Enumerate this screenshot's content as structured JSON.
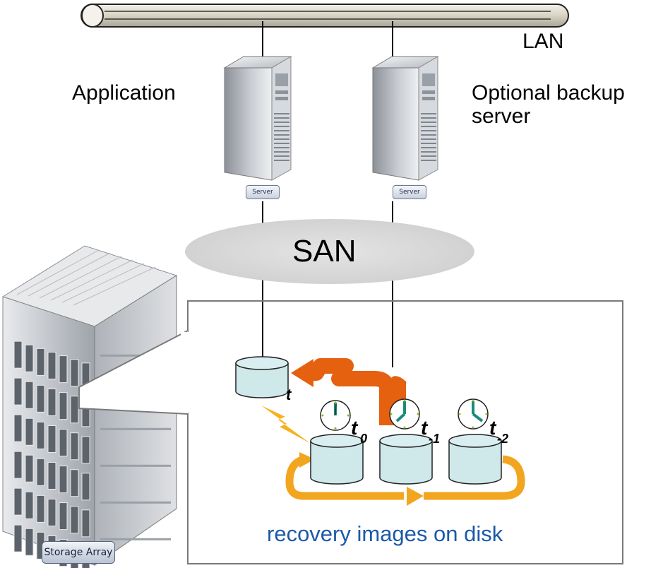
{
  "network": {
    "lan_label": "LAN",
    "san_label": "SAN"
  },
  "servers": [
    {
      "label": "Application",
      "tag": "Server"
    },
    {
      "label_line1": "Optional backup",
      "label_line2": "server",
      "tag": "Server"
    }
  ],
  "storage": {
    "array_tag": "Storage Array",
    "caption": "recovery images on disk",
    "live_volume_label": "t",
    "snapshots": [
      {
        "label": "t",
        "subscript": "0"
      },
      {
        "label": "t",
        "subscript": "-1"
      },
      {
        "label": "t",
        "subscript": "-2"
      }
    ]
  },
  "colors": {
    "caption_text": "#1a5aa8",
    "disk_fill": "#cfe8ea",
    "restore_arrow": "#e5600f",
    "rotation_arrow": "#f2a51e",
    "lightning": "#f6b21c",
    "san_cloud": "#dcdcdc",
    "clock_hands": "#1c8a7a"
  }
}
